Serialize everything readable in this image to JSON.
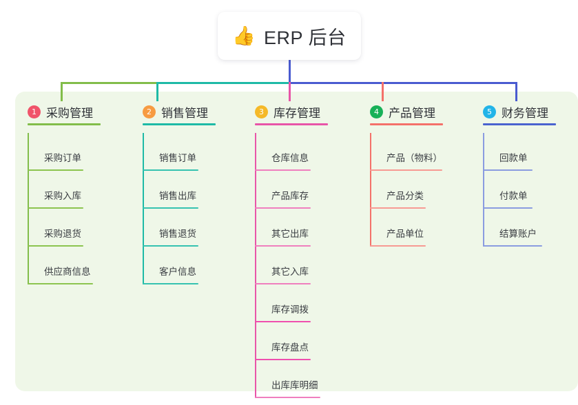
{
  "diagram": {
    "type": "mind-map",
    "root": {
      "icon": "thumbs-up-icon",
      "icon_glyph": "👍",
      "title": "ERP 后台"
    },
    "panel_bg": "#eff7e8",
    "branches": [
      {
        "index": "1",
        "title": "采购管理",
        "badge_color": "#f0546a",
        "line_color": "#82bd4a",
        "connector_color": "#82bd4a",
        "items": [
          "采购订单",
          "采购入库",
          "采购退货",
          "供应商信息"
        ]
      },
      {
        "index": "2",
        "title": "销售管理",
        "badge_color": "#f79b42",
        "line_color": "#1ebaa6",
        "connector_color": "#1ebaa6",
        "items": [
          "销售订单",
          "销售出库",
          "销售退货",
          "客户信息"
        ]
      },
      {
        "index": "3",
        "title": "库存管理",
        "badge_color": "#f5b928",
        "line_color": "#e855a8",
        "connector_color": "#e855a8",
        "items": [
          "仓库信息",
          "产品库存",
          "其它出库",
          "其它入库",
          "库存调拨",
          "库存盘点",
          "出库库明细"
        ]
      },
      {
        "index": "4",
        "title": "产品管理",
        "badge_color": "#18b158",
        "line_color": "#f4716a",
        "connector_color": "#f4716a",
        "items": [
          "产品（物料）",
          "产品分类",
          "产品单位"
        ]
      },
      {
        "index": "5",
        "title": "财务管理",
        "badge_color": "#22b4e8",
        "line_color": "#4a63cf",
        "connector_color": "#4a63cf",
        "items": [
          "回款单",
          "付款单",
          "结算账户"
        ]
      }
    ],
    "bus": {
      "stem_color": "#4a5bd0",
      "segment_colors": [
        "#82bd4a",
        "#1ebaa6",
        "#4a5bd0",
        "#4a5bd0"
      ]
    }
  }
}
